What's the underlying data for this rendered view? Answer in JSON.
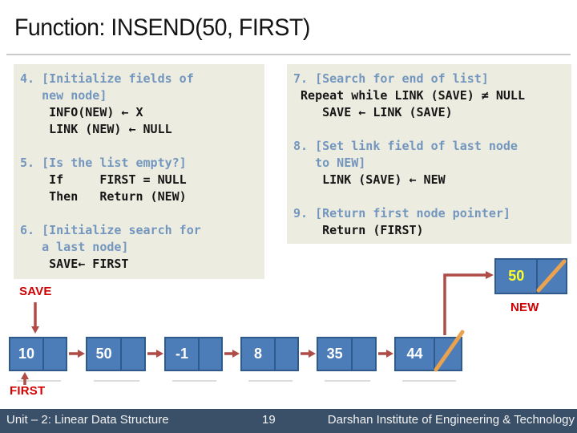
{
  "title": "Function: INSEND(50, FIRST)",
  "colors": {
    "box_bg": "#edece0",
    "step_blue": "#7396be",
    "node_fill": "#4c7db8",
    "node_border": "#2f5b8c",
    "arrow_red": "#af4c48",
    "label_red": "#d40000",
    "slash_orange": "#eba24f",
    "new_value_yellow": "#ffff29",
    "footer_bg": "#3a5068"
  },
  "left_box": {
    "lines": [
      {
        "text": "4. [Initialize fields of"
      },
      {
        "text": "   new node]"
      },
      {
        "text": "    INFO(NEW) ← X"
      },
      {
        "text": "    LINK (NEW) ← NULL"
      },
      {
        "text": ""
      },
      {
        "text": "5. [Is the list empty?]"
      },
      {
        "text": "    If     FIRST = NULL"
      },
      {
        "text": "    Then   Return (NEW)"
      },
      {
        "text": ""
      },
      {
        "text": "6. [Initialize search for"
      },
      {
        "text": "   a last node]"
      },
      {
        "text": "    SAVE← FIRST"
      }
    ]
  },
  "right_box": {
    "lines": [
      {
        "text": "7. [Search for end of list]"
      },
      {
        "text": " Repeat while LINK (SAVE) ≠ NULL"
      },
      {
        "text": "    SAVE ← LINK (SAVE)"
      },
      {
        "text": ""
      },
      {
        "text": "8. [Set link field of last node"
      },
      {
        "text": "   to NEW]"
      },
      {
        "text": "    LINK (SAVE) ← NEW"
      },
      {
        "text": ""
      },
      {
        "text": "9. [Return first node pointer]"
      },
      {
        "text": "    Return (FIRST)"
      }
    ]
  },
  "diagram": {
    "labels": {
      "save": "SAVE",
      "new": "NEW",
      "first": "FIRST"
    },
    "nodes": [
      {
        "value": "10"
      },
      {
        "value": "50"
      },
      {
        "value": "-1"
      },
      {
        "value": "8"
      },
      {
        "value": "35"
      },
      {
        "value": "44"
      }
    ],
    "new_node": {
      "value": "50"
    }
  },
  "footer": {
    "left": "Unit – 2: Linear Data Structure",
    "page": "19",
    "right": "Darshan Institute of Engineering & Technology"
  }
}
